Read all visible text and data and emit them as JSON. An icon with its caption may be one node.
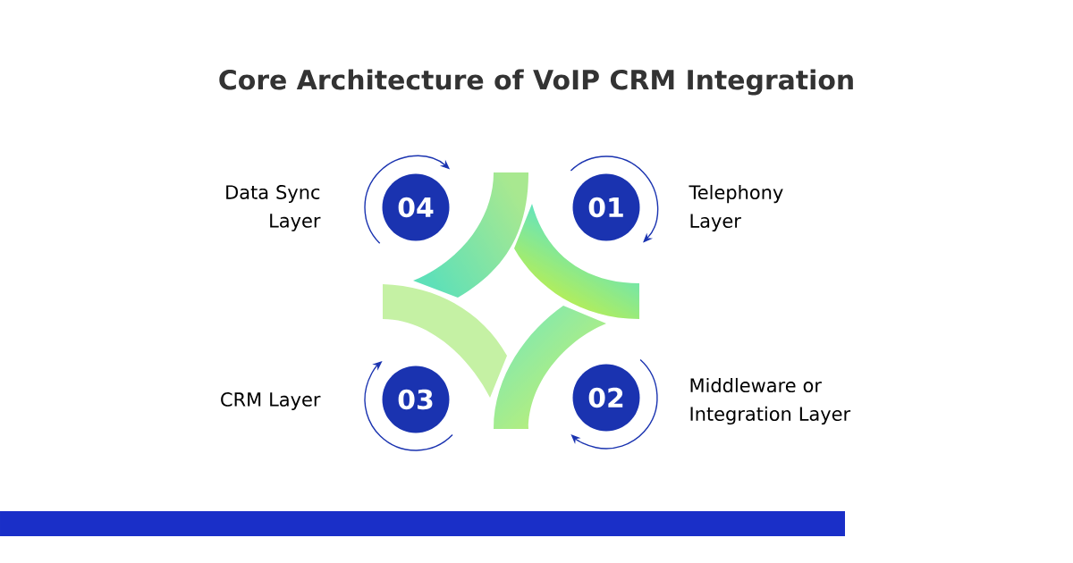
{
  "diagram": {
    "title": "Core Architecture of VoIP CRM Integration",
    "nodes": [
      {
        "text": [
          "04"
        ],
        "beside": [
          "Data Sync Layer"
        ]
      },
      {
        "text": [
          "01"
        ],
        "beside": [
          "Telephony Layer"
        ]
      },
      {
        "text": [
          "03"
        ],
        "beside": [
          "CRM Layer"
        ]
      },
      {
        "text": [
          "02"
        ],
        "beside": [
          "Middleware or Integration Layer"
        ]
      }
    ]
  }
}
